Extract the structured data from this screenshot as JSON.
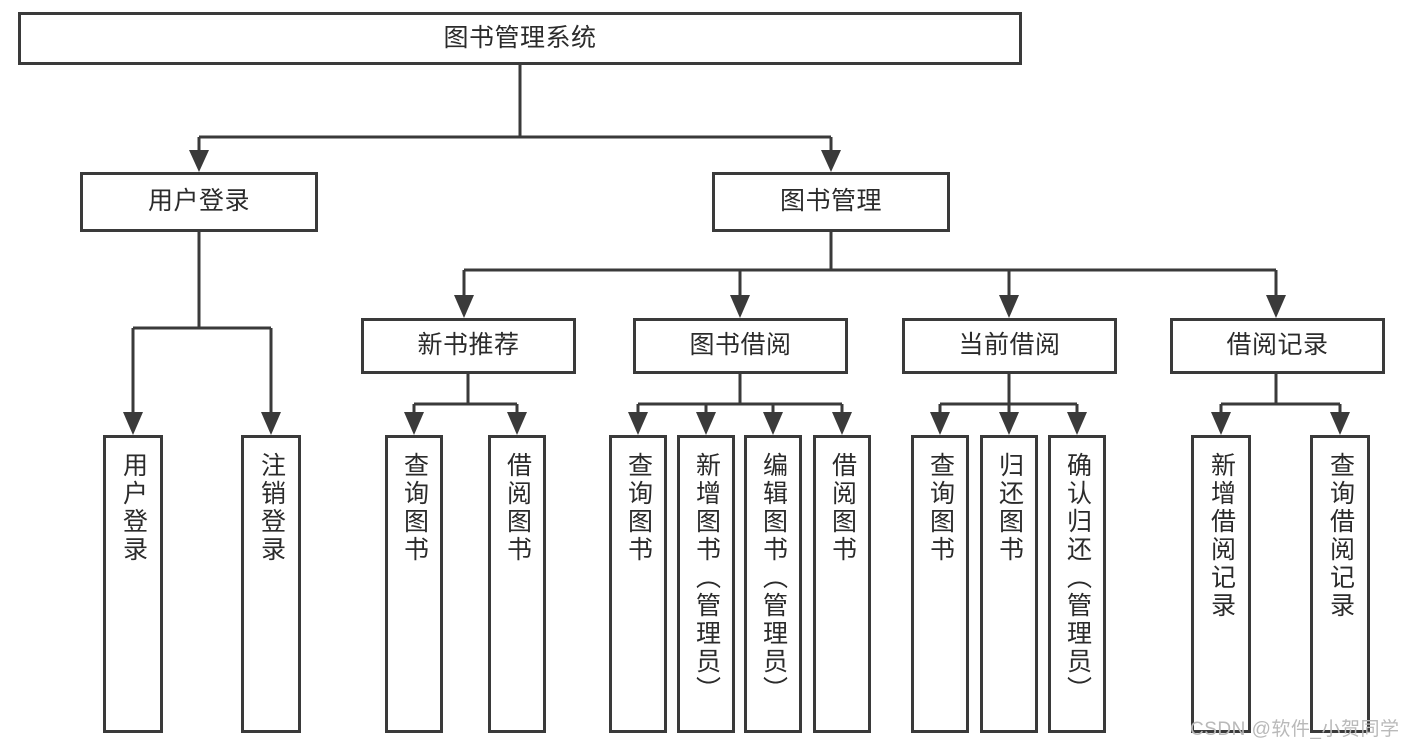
{
  "diagram": {
    "title": "图书管理系统",
    "type": "function-structure-tree",
    "watermark": "CSDN @软件_小贺同学",
    "colors": {
      "stroke": "#3a3a3a",
      "background": "#ffffff",
      "text": "#2b2b2b",
      "watermark": "#b9b9b9"
    },
    "root": {
      "label": "图书管理系统"
    },
    "level2": [
      {
        "label": "用户登录"
      },
      {
        "label": "图书管理"
      }
    ],
    "level3": [
      {
        "label": "新书推荐"
      },
      {
        "label": "图书借阅"
      },
      {
        "label": "当前借阅"
      },
      {
        "label": "借阅记录"
      }
    ],
    "leaves": {
      "user_login": [
        {
          "label": "用户登录"
        },
        {
          "label": "注销登录"
        }
      ],
      "new_book": [
        {
          "label": "查询图书"
        },
        {
          "label": "借阅图书"
        }
      ],
      "borrow_book": [
        {
          "label": "查询图书"
        },
        {
          "label": "新增图书（管理员）"
        },
        {
          "label": "编辑图书（管理员）"
        },
        {
          "label": "借阅图书"
        }
      ],
      "current_borrow": [
        {
          "label": "查询图书"
        },
        {
          "label": "归还图书"
        },
        {
          "label": "确认归还（管理员）"
        }
      ],
      "borrow_record": [
        {
          "label": "新增借阅记录"
        },
        {
          "label": "查询借阅记录"
        }
      ]
    }
  }
}
